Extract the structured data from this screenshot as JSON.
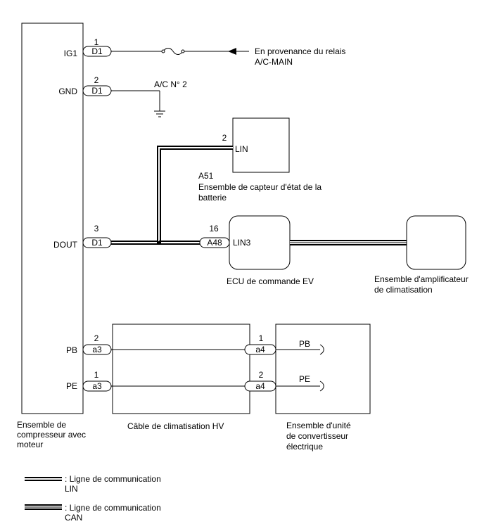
{
  "compressor": {
    "pins": {
      "ig1": "IG1",
      "gnd": "GND",
      "dout": "DOUT",
      "pb": "PB",
      "pe": "PE"
    },
    "name_lines": [
      "Ensemble de",
      "compresseur avec",
      "moteur"
    ]
  },
  "connectors": {
    "ig1": {
      "pin": "1",
      "label": "D1"
    },
    "gnd": {
      "pin": "2",
      "label": "D1"
    },
    "dout": {
      "pin": "3",
      "label": "D1"
    },
    "pb_left": {
      "pin": "2",
      "label": "a3"
    },
    "pe_left": {
      "pin": "1",
      "label": "a3"
    },
    "pb_right": {
      "pin": "1",
      "label": "a4"
    },
    "pe_right": {
      "pin": "2",
      "label": "a4"
    },
    "ecu": {
      "pin": "16",
      "label": "A48"
    }
  },
  "ig1_source_lines": [
    "En provenance du relais",
    "A/C-MAIN"
  ],
  "ground_label": "A/C N° 2",
  "battery_sensor": {
    "pin": "2",
    "terminal": "LIN",
    "code": "A51",
    "name_lines": [
      "Ensemble de capteur d'état de la",
      "batterie"
    ]
  },
  "ecu": {
    "terminal": "LIN3",
    "name": "ECU de commande EV"
  },
  "ac_amplifier": {
    "name_lines": [
      "Ensemble d'amplificateur",
      "de climatisation"
    ]
  },
  "hv_cable": {
    "name": "Câble de climatisation HV"
  },
  "inverter": {
    "terminals": {
      "pb": "PB",
      "pe": "PE"
    },
    "name_lines": [
      "Ensemble d'unité",
      "de convertisseur",
      "électrique"
    ]
  },
  "legend": [
    {
      "lines": [
        ": Ligne de communication",
        "LIN"
      ]
    },
    {
      "lines": [
        ": Ligne de communication",
        "CAN"
      ]
    }
  ]
}
